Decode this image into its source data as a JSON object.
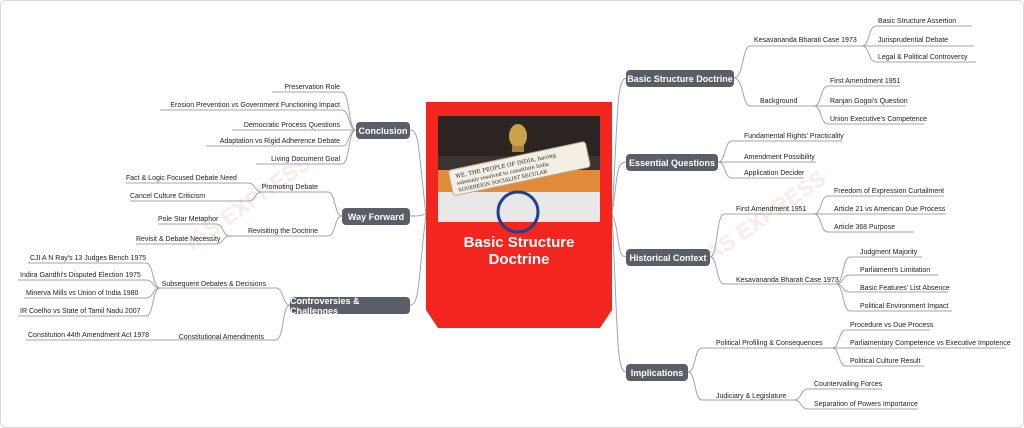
{
  "central": {
    "title_line1": "Basic Structure",
    "title_line2": "Doctrine",
    "image_text": "WE, THE PEOPLE OF INDIA, having solemnly resolved to constitute India into a SOVEREIGN SOCIALIST SECULAR"
  },
  "watermark": "IAS EXPRESS",
  "branches": {
    "basic_structure": "Basic Structure Doctrine",
    "essential_questions": "Essential Questions",
    "historical_context": "Historical Context",
    "implications": "Implications",
    "conclusion": "Conclusion",
    "way_forward": "Way Forward",
    "controversies": "Controversies & Challenges"
  },
  "basic_structure": {
    "kesavananda": {
      "label": "Kesavananda Bharati Case 1973",
      "items": [
        "Basic Structure Assertion",
        "Jurisprudential Debate",
        "Legal & Political Controversy"
      ]
    },
    "background": {
      "label": "Background",
      "items": [
        "First Amendment 1951",
        "Ranjan Gogoi's Question",
        "Union Executive's Competence"
      ]
    }
  },
  "essential_questions": {
    "items": [
      "Fundamental Rights' Practicality",
      "Amendment Possibility",
      "Application Decider"
    ]
  },
  "historical_context": {
    "first_amendment": {
      "label": "First Amendment 1951",
      "items": [
        "Freedom of Expression Curtailment",
        "Article 21 vs American Due Process",
        "Article 368 Purpose"
      ]
    },
    "kesavananda": {
      "label": "Kesavananda Bharati Case 1973",
      "items": [
        "Judgment Majority",
        "Parliament's Limitation",
        "Basic Features' List Absence",
        "Political Environment Impact"
      ]
    }
  },
  "implications": {
    "political": {
      "label": "Political Profiling & Consequences",
      "items": [
        "Procedure vs Due Process",
        "Parliamentary Competence vs Executive Impotence",
        "Political Culture Result"
      ]
    },
    "judiciary": {
      "label": "Judiciary & Legislature",
      "items": [
        "Countervailing Forces",
        "Separation of Powers Importance"
      ]
    }
  },
  "conclusion": {
    "items": [
      "Preservation Role",
      "Erosion Prevention vs Government Functioning Impact",
      "Democratic Process Questions",
      "Adaptation vs Rigid Adherence Debate",
      "Living Document Goal"
    ]
  },
  "way_forward": {
    "promoting": {
      "label": "Promoting Debate",
      "items": [
        "Fact & Logic Focused Debate Need",
        "Cancel Culture Criticism"
      ]
    },
    "revisiting": {
      "label": "Revisiting the Doctrine",
      "items": [
        "Pole Star Metaphor",
        "Revisit & Debate Necessity"
      ]
    }
  },
  "controversies": {
    "subsequent": {
      "label": "Subsequent Debates & Decisions",
      "items": [
        "CJI A N Ray's 13 Judges Bench 1975",
        "Indira Gandhi's Disputed Election 1975",
        "Minerva Mills vs Union of India 1980",
        "IR Coelho vs State of Tamil Nadu 2007"
      ]
    },
    "amendments": {
      "label": "Constitutional Amendments",
      "items": [
        "Constitution 44th Amendment Act 1978"
      ]
    }
  }
}
